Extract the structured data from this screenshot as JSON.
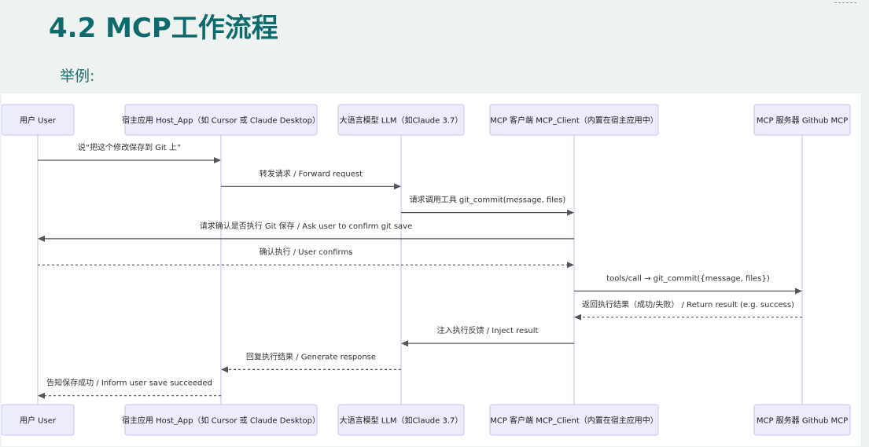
{
  "header": {
    "title": "4.2 MCP工作流程",
    "subtitle": "举例:"
  },
  "diagram": {
    "participants": [
      {
        "id": "user",
        "label": "用户 User"
      },
      {
        "id": "host",
        "label": "宿主应用 Host_App（如 Cursor 或 Claude Desktop）"
      },
      {
        "id": "llm",
        "label": "大语言模型 LLM（如Claude 3.7）"
      },
      {
        "id": "client",
        "label": "MCP 客户端 MCP_Client（内置在宿主应用中）"
      },
      {
        "id": "server",
        "label": "MCP 服务器 Github MCP"
      }
    ],
    "messages": [
      {
        "from": "user",
        "to": "host",
        "style": "solid",
        "label": "说“把这个修改保存到 Git 上”"
      },
      {
        "from": "host",
        "to": "llm",
        "style": "solid",
        "label": "转发请求 / Forward request"
      },
      {
        "from": "llm",
        "to": "client",
        "style": "solid",
        "label": "请求调用工具 git_commit(message, files)"
      },
      {
        "from": "client",
        "to": "user",
        "style": "solid",
        "label": "请求确认是否执行 Git 保存 / Ask user to confirm git save"
      },
      {
        "from": "user",
        "to": "client",
        "style": "dashed",
        "label": "确认执行 / User confirms"
      },
      {
        "from": "client",
        "to": "server",
        "style": "solid",
        "label": "tools/call → git_commit({message, files})"
      },
      {
        "from": "server",
        "to": "client",
        "style": "dashed",
        "label": "返回执行结果（成功/失败） / Return result (e.g. success)"
      },
      {
        "from": "client",
        "to": "llm",
        "style": "solid",
        "label": "注入执行反馈 / Inject result"
      },
      {
        "from": "llm",
        "to": "host",
        "style": "dashed",
        "label": "回复执行结果 / Generate response"
      },
      {
        "from": "host",
        "to": "user",
        "style": "dashed",
        "label": "告知保存成功 / Inform user save succeeded"
      }
    ]
  }
}
